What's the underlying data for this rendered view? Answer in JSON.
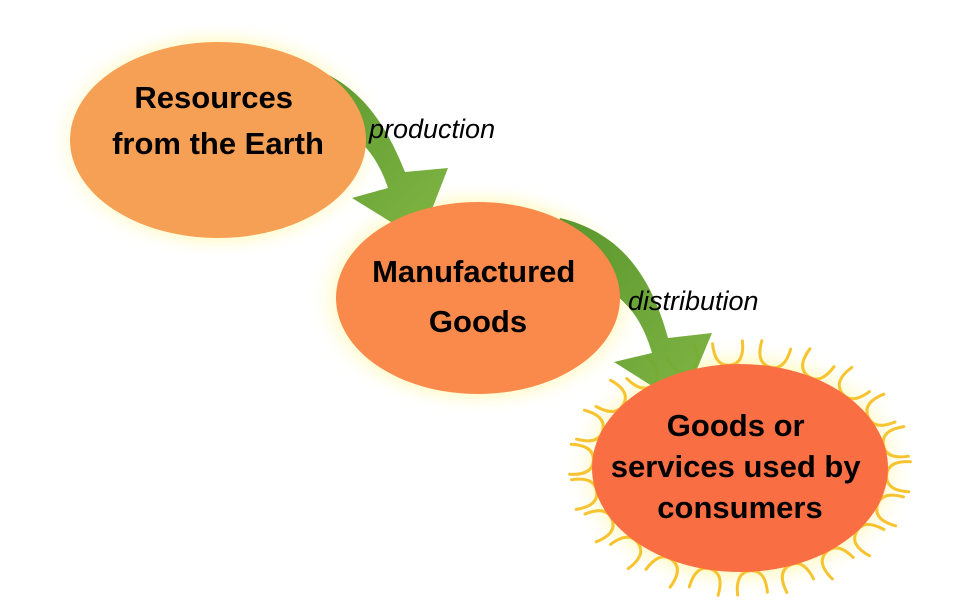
{
  "nodes": [
    {
      "id": "resources",
      "lines": [
        "Resources",
        "from the Earth"
      ],
      "fill": "#f5a055"
    },
    {
      "id": "manufactured",
      "lines": [
        "Manufactured",
        "Goods"
      ],
      "fill": "#f98a4c"
    },
    {
      "id": "consumers",
      "lines": [
        "Goods or",
        "services used by",
        "consumers"
      ],
      "fill": "#fa6e44"
    }
  ],
  "edges": [
    {
      "from": "resources",
      "to": "manufactured",
      "label": "production",
      "color": "#6da52c"
    },
    {
      "from": "manufactured",
      "to": "consumers",
      "label": "distribution",
      "color": "#6da52c"
    }
  ],
  "colors": {
    "glow": "#fff35a",
    "sun_rays": "#f7c431"
  }
}
